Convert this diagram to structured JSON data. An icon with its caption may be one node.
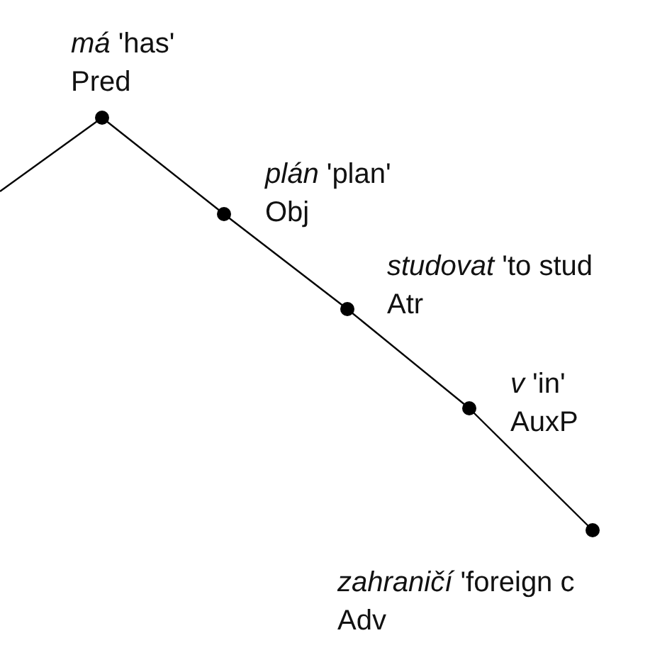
{
  "diagram": {
    "nodes": [
      {
        "text": [
          "*má* 'has'",
          "Pred"
        ]
      },
      {
        "text": [
          "*plán* 'plan'",
          "Obj"
        ]
      },
      {
        "text": [
          "*studovat* 'to stud",
          "Atr"
        ]
      },
      {
        "text": [
          "*v* 'in'",
          "AuxP"
        ]
      },
      {
        "text": [
          "*zahraničí* 'foreign c",
          "Adv"
        ]
      }
    ],
    "edges": [
      {
        "from": null,
        "to": 0,
        "arrow": "none"
      },
      {
        "from": 0,
        "to": 1,
        "arrow": "none"
      },
      {
        "from": 1,
        "to": 2,
        "arrow": "none"
      },
      {
        "from": 2,
        "to": 3,
        "arrow": "none"
      },
      {
        "from": 3,
        "to": 4,
        "arrow": "none"
      }
    ]
  }
}
